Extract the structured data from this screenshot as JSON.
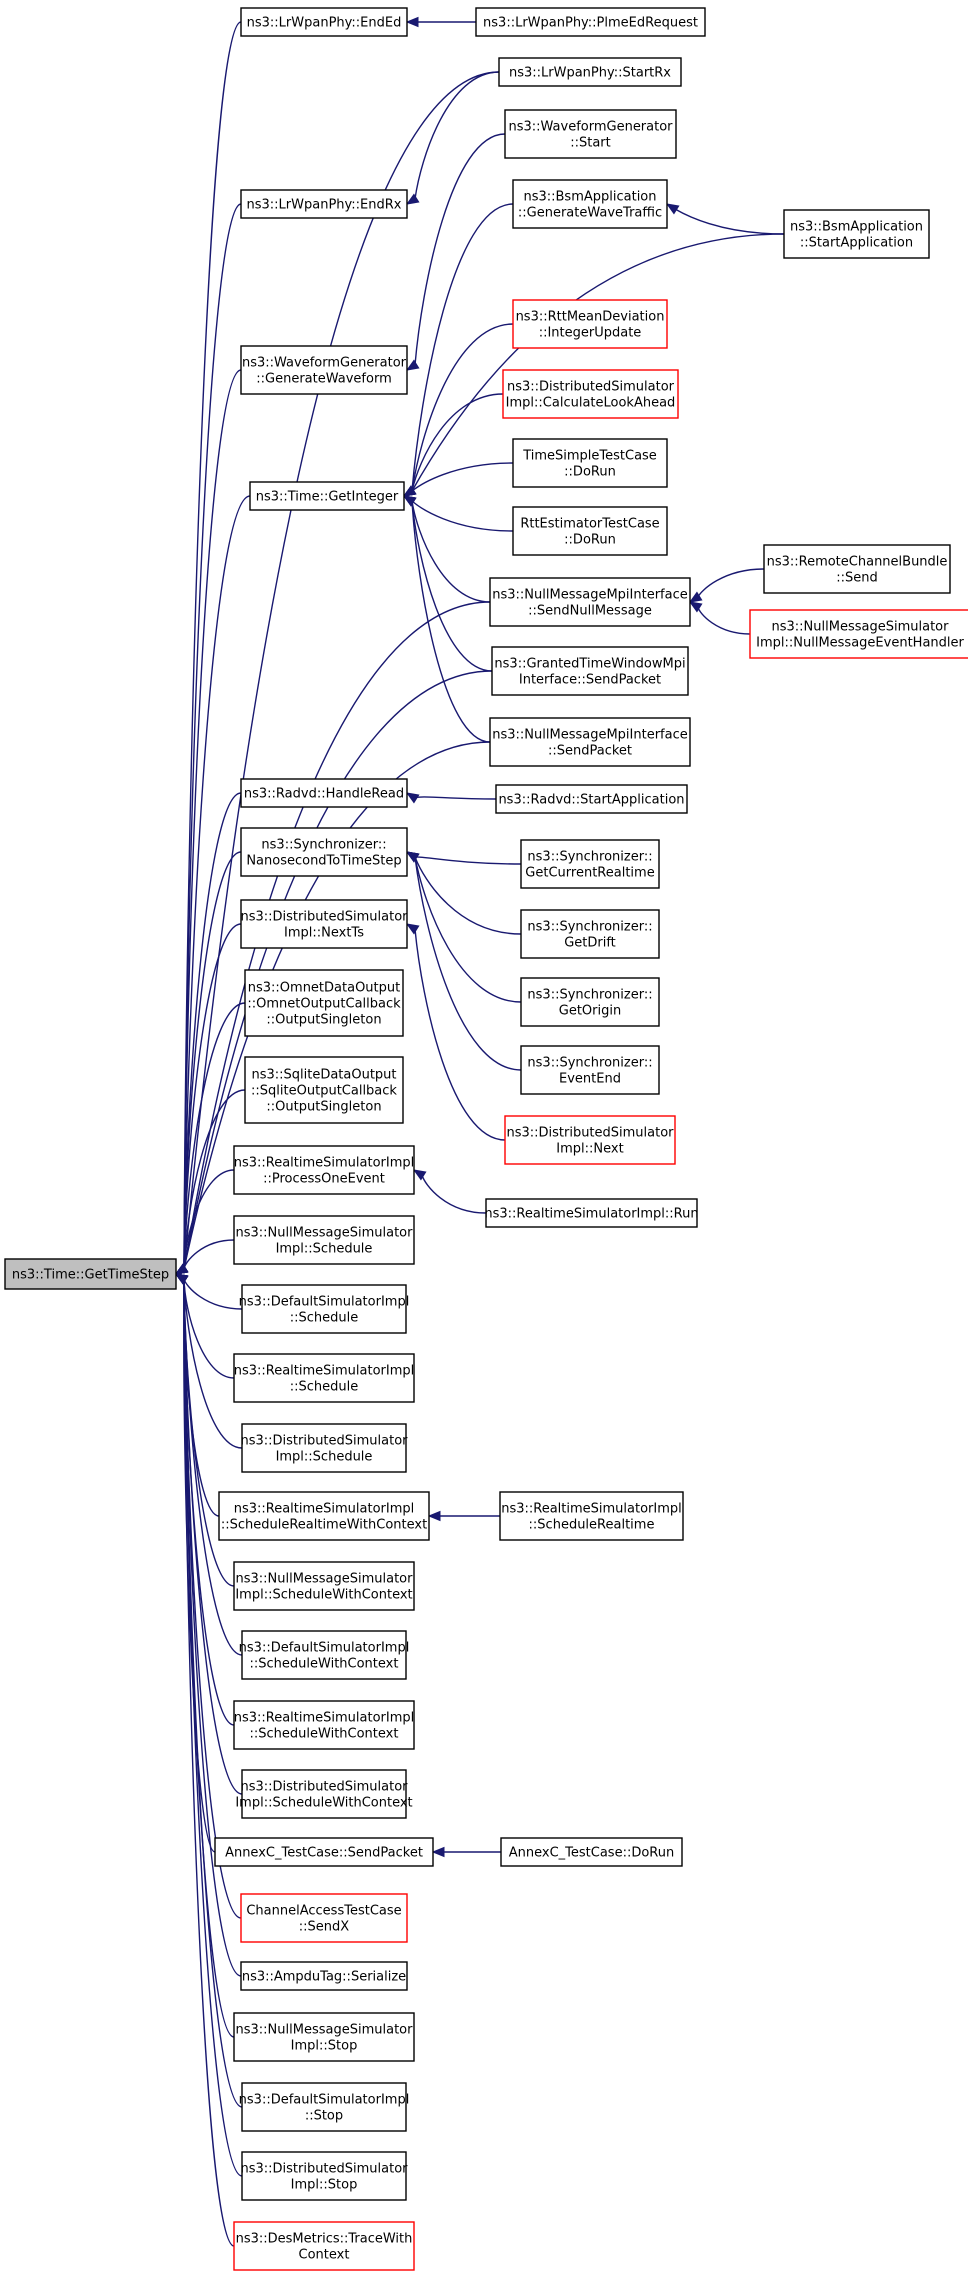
{
  "diagram": {
    "type": "caller-graph",
    "colors": {
      "edge": "#191970",
      "box_border": "#000000",
      "box_border_incomplete": "#ff0000",
      "root_fill": "#bfbfbf"
    },
    "nodes": [
      {
        "id": "root",
        "lines": [
          "ns3::Time::GetTimeStep"
        ],
        "root": true
      },
      {
        "id": "endEd",
        "lines": [
          "ns3::LrWpanPhy::EndEd"
        ]
      },
      {
        "id": "plmeEd",
        "lines": [
          "ns3::LrWpanPhy::PlmeEdRequest"
        ]
      },
      {
        "id": "startRx",
        "lines": [
          "ns3::LrWpanPhy::StartRx"
        ]
      },
      {
        "id": "wgStart",
        "lines": [
          "ns3::WaveformGenerator",
          "::Start"
        ]
      },
      {
        "id": "endRx",
        "lines": [
          "ns3::LrWpanPhy::EndRx"
        ]
      },
      {
        "id": "bsmGen",
        "lines": [
          "ns3::BsmApplication",
          "::GenerateWaveTraffic"
        ]
      },
      {
        "id": "bsmStart",
        "lines": [
          "ns3::BsmApplication",
          "::StartApplication"
        ]
      },
      {
        "id": "rttMean",
        "lines": [
          "ns3::RttMeanDeviation",
          "::IntegerUpdate"
        ],
        "red": true
      },
      {
        "id": "wgGen",
        "lines": [
          "ns3::WaveformGenerator",
          "::GenerateWaveform"
        ]
      },
      {
        "id": "distLook",
        "lines": [
          "ns3::DistributedSimulator",
          "Impl::CalculateLookAhead"
        ],
        "red": true
      },
      {
        "id": "getInteger",
        "lines": [
          "ns3::Time::GetInteger"
        ]
      },
      {
        "id": "timeSimple",
        "lines": [
          "TimeSimpleTestCase",
          "::DoRun"
        ]
      },
      {
        "id": "rttEst",
        "lines": [
          "RttEstimatorTestCase",
          "::DoRun"
        ]
      },
      {
        "id": "remoteSend",
        "lines": [
          "ns3::RemoteChannelBundle",
          "::Send"
        ]
      },
      {
        "id": "nullSendNull",
        "lines": [
          "ns3::NullMessageMpiInterface",
          "::SendNullMessage"
        ]
      },
      {
        "id": "nullEvent",
        "lines": [
          "ns3::NullMessageSimulator",
          "Impl::NullMessageEventHandler"
        ],
        "red": true
      },
      {
        "id": "grantedSend",
        "lines": [
          "ns3::GrantedTimeWindowMpi",
          "Interface::SendPacket"
        ]
      },
      {
        "id": "nullSendPkt",
        "lines": [
          "ns3::NullMessageMpiInterface",
          "::SendPacket"
        ]
      },
      {
        "id": "radvdHandle",
        "lines": [
          "ns3::Radvd::HandleRead"
        ]
      },
      {
        "id": "radvdStart",
        "lines": [
          "ns3::Radvd::StartApplication"
        ]
      },
      {
        "id": "syncNano",
        "lines": [
          "ns3::Synchronizer::",
          "NanosecondToTimeStep"
        ]
      },
      {
        "id": "syncReal",
        "lines": [
          "ns3::Synchronizer::",
          "GetCurrentRealtime"
        ]
      },
      {
        "id": "distNextTs",
        "lines": [
          "ns3::DistributedSimulator",
          "Impl::NextTs"
        ]
      },
      {
        "id": "syncDrift",
        "lines": [
          "ns3::Synchronizer::",
          "GetDrift"
        ]
      },
      {
        "id": "omnet",
        "lines": [
          "ns3::OmnetDataOutput",
          "::OmnetOutputCallback",
          "::OutputSingleton"
        ]
      },
      {
        "id": "syncOrigin",
        "lines": [
          "ns3::Synchronizer::",
          "GetOrigin"
        ]
      },
      {
        "id": "syncEvent",
        "lines": [
          "ns3::Synchronizer::",
          "EventEnd"
        ]
      },
      {
        "id": "sqlite",
        "lines": [
          "ns3::SqliteDataOutput",
          "::SqliteOutputCallback",
          "::OutputSingleton"
        ]
      },
      {
        "id": "distNext",
        "lines": [
          "ns3::DistributedSimulator",
          "Impl::Next"
        ],
        "red": true
      },
      {
        "id": "rtProcess",
        "lines": [
          "ns3::RealtimeSimulatorImpl",
          "::ProcessOneEvent"
        ]
      },
      {
        "id": "rtRun",
        "lines": [
          "ns3::RealtimeSimulatorImpl::Run"
        ]
      },
      {
        "id": "nullSched",
        "lines": [
          "ns3::NullMessageSimulator",
          "Impl::Schedule"
        ]
      },
      {
        "id": "defSched",
        "lines": [
          "ns3::DefaultSimulatorImpl",
          "::Schedule"
        ]
      },
      {
        "id": "rtSched",
        "lines": [
          "ns3::RealtimeSimulatorImpl",
          "::Schedule"
        ]
      },
      {
        "id": "distSched",
        "lines": [
          "ns3::DistributedSimulator",
          "Impl::Schedule"
        ]
      },
      {
        "id": "rtSchedRtCtx",
        "lines": [
          "ns3::RealtimeSimulatorImpl",
          "::ScheduleRealtimeWithContext"
        ]
      },
      {
        "id": "rtSchedRt",
        "lines": [
          "ns3::RealtimeSimulatorImpl",
          "::ScheduleRealtime"
        ]
      },
      {
        "id": "nullSchedCtx",
        "lines": [
          "ns3::NullMessageSimulator",
          "Impl::ScheduleWithContext"
        ]
      },
      {
        "id": "defSchedCtx",
        "lines": [
          "ns3::DefaultSimulatorImpl",
          "::ScheduleWithContext"
        ]
      },
      {
        "id": "rtSchedCtx",
        "lines": [
          "ns3::RealtimeSimulatorImpl",
          "::ScheduleWithContext"
        ]
      },
      {
        "id": "distSchedCtx",
        "lines": [
          "ns3::DistributedSimulator",
          "Impl::ScheduleWithContext"
        ]
      },
      {
        "id": "annexSend",
        "lines": [
          "AnnexC_TestCase::SendPacket"
        ]
      },
      {
        "id": "annexRun",
        "lines": [
          "AnnexC_TestCase::DoRun"
        ]
      },
      {
        "id": "chanAccess",
        "lines": [
          "ChannelAccessTestCase",
          "::SendX"
        ],
        "red": true
      },
      {
        "id": "ampdu",
        "lines": [
          "ns3::AmpduTag::Serialize"
        ]
      },
      {
        "id": "nullStop",
        "lines": [
          "ns3::NullMessageSimulator",
          "Impl::Stop"
        ]
      },
      {
        "id": "defStop",
        "lines": [
          "ns3::DefaultSimulatorImpl",
          "::Stop"
        ]
      },
      {
        "id": "distStop",
        "lines": [
          "ns3::DistributedSimulator",
          "Impl::Stop"
        ]
      },
      {
        "id": "desTrace",
        "lines": [
          "ns3::DesMetrics::TraceWith",
          "Context"
        ],
        "red": true
      }
    ],
    "edges": [
      [
        "endEd",
        "root"
      ],
      [
        "startRx",
        "root"
      ],
      [
        "endRx",
        "root"
      ],
      [
        "wgGen",
        "root"
      ],
      [
        "getInteger",
        "root"
      ],
      [
        "nullSendNull",
        "root"
      ],
      [
        "grantedSend",
        "root"
      ],
      [
        "nullSendPkt",
        "root"
      ],
      [
        "radvdHandle",
        "root"
      ],
      [
        "syncNano",
        "root"
      ],
      [
        "distNextTs",
        "root"
      ],
      [
        "omnet",
        "root"
      ],
      [
        "sqlite",
        "root"
      ],
      [
        "rtProcess",
        "root"
      ],
      [
        "nullSched",
        "root"
      ],
      [
        "defSched",
        "root"
      ],
      [
        "rtSched",
        "root"
      ],
      [
        "distSched",
        "root"
      ],
      [
        "rtSchedRtCtx",
        "root"
      ],
      [
        "nullSchedCtx",
        "root"
      ],
      [
        "defSchedCtx",
        "root"
      ],
      [
        "rtSchedCtx",
        "root"
      ],
      [
        "distSchedCtx",
        "root"
      ],
      [
        "annexSend",
        "root"
      ],
      [
        "chanAccess",
        "root"
      ],
      [
        "ampdu",
        "root"
      ],
      [
        "nullStop",
        "root"
      ],
      [
        "defStop",
        "root"
      ],
      [
        "distStop",
        "root"
      ],
      [
        "desTrace",
        "root"
      ],
      [
        "plmeEd",
        "endEd"
      ],
      [
        "startRx",
        "endRx"
      ],
      [
        "wgStart",
        "wgGen"
      ],
      [
        "bsmStart",
        "bsmGen"
      ],
      [
        "bsmGen",
        "getInteger"
      ],
      [
        "bsmStart",
        "getInteger"
      ],
      [
        "rttMean",
        "getInteger"
      ],
      [
        "distLook",
        "getInteger"
      ],
      [
        "timeSimple",
        "getInteger"
      ],
      [
        "rttEst",
        "getInteger"
      ],
      [
        "nullSendNull",
        "getInteger"
      ],
      [
        "grantedSend",
        "getInteger"
      ],
      [
        "nullSendPkt",
        "getInteger"
      ],
      [
        "remoteSend",
        "nullSendNull"
      ],
      [
        "nullEvent",
        "nullSendNull"
      ],
      [
        "radvdStart",
        "radvdHandle"
      ],
      [
        "syncReal",
        "syncNano"
      ],
      [
        "syncDrift",
        "syncNano"
      ],
      [
        "syncOrigin",
        "syncNano"
      ],
      [
        "syncEvent",
        "syncNano"
      ],
      [
        "distNext",
        "distNextTs"
      ],
      [
        "rtRun",
        "rtProcess"
      ],
      [
        "rtSchedRt",
        "rtSchedRtCtx"
      ],
      [
        "annexRun",
        "annexSend"
      ]
    ]
  }
}
